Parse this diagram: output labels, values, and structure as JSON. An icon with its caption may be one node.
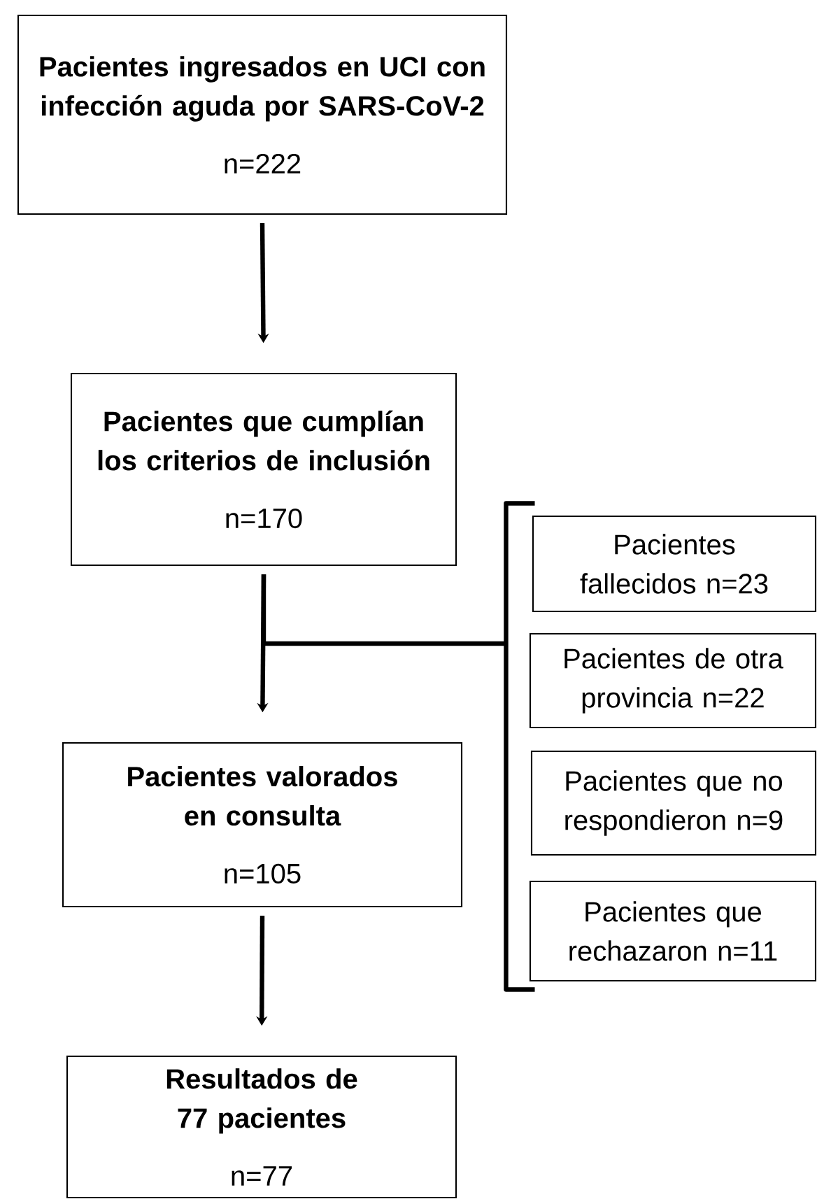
{
  "diagram": {
    "nodes": [
      {
        "text": [
          "Pacientes ingresados en UCI con infección aguda por SARS-CoV-2",
          "n=222"
        ]
      },
      {
        "text": [
          "Pacientes que cumplían los criterios de inclusión",
          "n=170"
        ]
      },
      {
        "text": [
          "Pacientes valorados en consulta",
          "n=105"
        ]
      },
      {
        "text": [
          "Resultados de 77 pacientes",
          "n=77"
        ]
      },
      {
        "text": [],
        "shape": "bracket"
      },
      {
        "text": [
          "Pacientes fallecidos n=23"
        ]
      },
      {
        "text": [
          "Pacientes de otra provincia n=22"
        ]
      },
      {
        "text": [
          "Pacientes que no respondieron n=9"
        ]
      },
      {
        "text": [
          "Pacientes que rechazaron n=11"
        ]
      }
    ],
    "edges": [
      {
        "from": 0,
        "to": 1,
        "arrow": "to"
      },
      {
        "from": 1,
        "to": 2,
        "arrow": "to"
      },
      {
        "from": 1,
        "to": 4,
        "arrow": "none"
      },
      {
        "from": 2,
        "to": 3,
        "arrow": "to"
      }
    ]
  }
}
